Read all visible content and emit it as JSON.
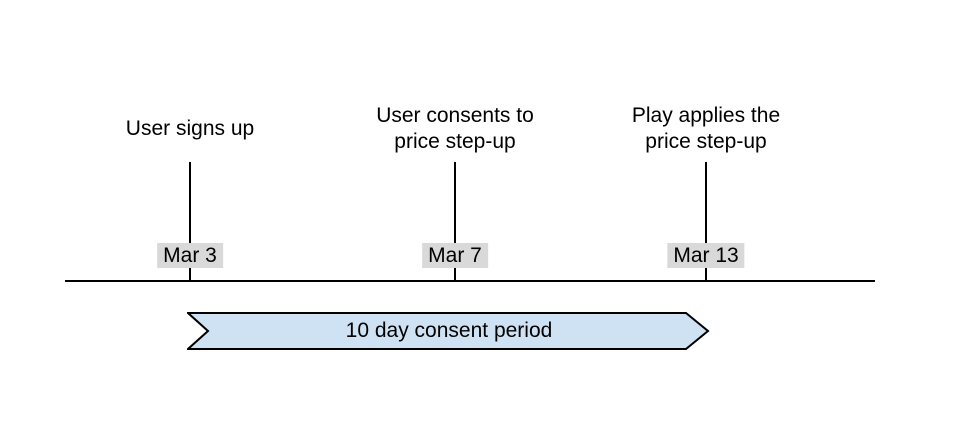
{
  "diagram": {
    "type": "timeline",
    "milestones": [
      {
        "label_lines": [
          "User signs up"
        ],
        "date": "Mar 3"
      },
      {
        "label_lines": [
          "User consents to",
          "price step-up"
        ],
        "date": "Mar 7"
      },
      {
        "label_lines": [
          "Play applies the",
          "price step-up"
        ],
        "date": "Mar 13"
      }
    ],
    "banner": {
      "label": "10 day consent period",
      "fill": "#cfe2f3",
      "stroke": "#000000"
    },
    "colors": {
      "date_badge_background": "#d9d9d9",
      "line": "#000000",
      "text": "#000000",
      "background": "#ffffff"
    }
  }
}
